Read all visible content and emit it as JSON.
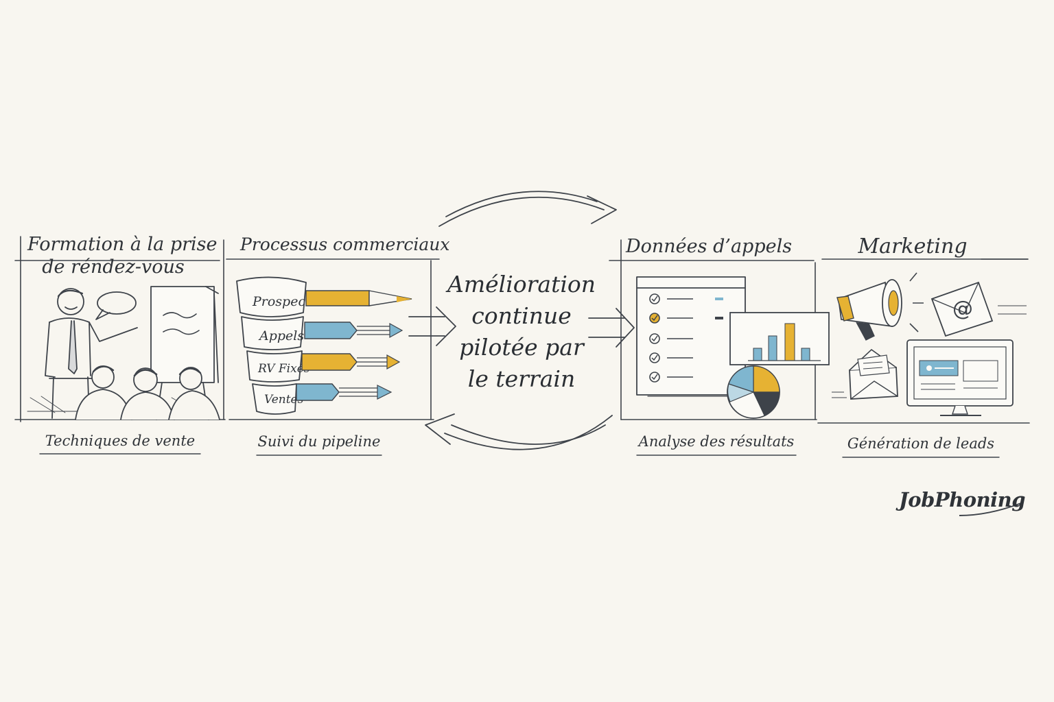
{
  "colors": {
    "background": "#f8f6f0",
    "ink": "#3e434a",
    "accent_yellow": "#e6b233",
    "accent_blue": "#7fb6cf"
  },
  "center": {
    "line1": "Amélioration",
    "line2": "continue",
    "line3": "pilotée par",
    "line4": "le terrain"
  },
  "panels": [
    {
      "title_line1": "Formation à la prise",
      "title_line2": "de réndez-vous",
      "caption": "Techniques de vente",
      "icon": "presentation-trainer-icon"
    },
    {
      "title_line1": "Processus commerciaux",
      "caption": "Suivi du pipeline",
      "funnel": [
        "Prospects",
        "Appels",
        "RV Fixés",
        "Ventes"
      ],
      "icon": "sales-funnel-icon"
    },
    {
      "title_line1": "Données d’appels",
      "caption": "Analyse des résultats",
      "icon": "dashboard-chart-icon"
    },
    {
      "title_line1": "Marketing",
      "caption": "Génération de leads",
      "icon": "megaphone-email-icon"
    }
  ],
  "brand": "JobPhoning"
}
